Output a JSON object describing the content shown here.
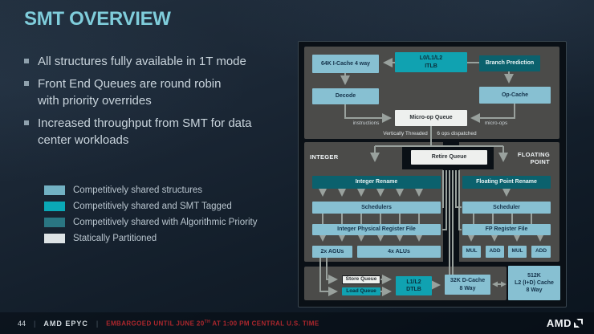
{
  "slide": {
    "title": "SMT OVERVIEW",
    "bullets": [
      "All structures fully available in 1T mode",
      "Front End Queues are round robin\nwith priority overrides",
      "Increased throughput from SMT for data\ncenter workloads"
    ],
    "legend": [
      {
        "label": "Competitively shared structures",
        "color": "#72b1c3"
      },
      {
        "label": "Competitively shared and SMT Tagged",
        "color": "#0aa8b6"
      },
      {
        "label": "Competitively shared with Algorithmic Priority",
        "color": "#2a7682"
      },
      {
        "label": "Statically Partitioned",
        "color": "#dde3e5"
      }
    ]
  },
  "diagram": {
    "colors": {
      "competitive_shared": "#87c0d2",
      "smt_tagged": "#10a2b1",
      "algorithmic_priority": "#0b616d",
      "statically_partitioned": "#eef0ee"
    },
    "front_end": {
      "icache": "64K I-Cache 4 way",
      "itlb": "L0/L1/L2\nITLB",
      "branch_prediction": "Branch Prediction",
      "decode": "Decode",
      "op_cache": "Op-Cache",
      "micro_op_queue": "Micro-op Queue",
      "instructions_label": "instructions",
      "micro_ops_label": "micro-ops",
      "vertically_threaded_label": "Vertically Threaded",
      "ops_dispatched_label": "6 ops dispatched"
    },
    "execution": {
      "integer_label": "INTEGER",
      "floating_point_label": "FLOATING\nPOINT",
      "retire_queue": "Retire Queue",
      "integer_rename": "Integer Rename",
      "fp_rename": "Floating Point Rename",
      "schedulers": "Schedulers",
      "fp_scheduler": "Scheduler",
      "int_register_file": "Integer Physical Register File",
      "fp_register_file": "FP Register File",
      "agus": "2x AGUs",
      "alus": "4x ALUs",
      "mul1": "MUL",
      "add1": "ADD",
      "mul2": "MUL",
      "add2": "ADD"
    },
    "load_store": {
      "store_queue": "Store Queue",
      "load_queue": "Load Queue",
      "dtlb": "L1/L2\nDTLB",
      "dcache": "32K D-Cache\n8 Way",
      "l2_cache": "512K\nL2 (I+D) Cache\n8 Way"
    }
  },
  "footer": {
    "page_number": "44",
    "separator": "|",
    "brand": "AMD EPYC",
    "embargo_pre": "EMBARGOED UNTIL JUNE 20",
    "embargo_sup": "TH",
    "embargo_post": " AT 1:00 PM CENTRAL U.S. TIME",
    "logo": "AMD"
  }
}
